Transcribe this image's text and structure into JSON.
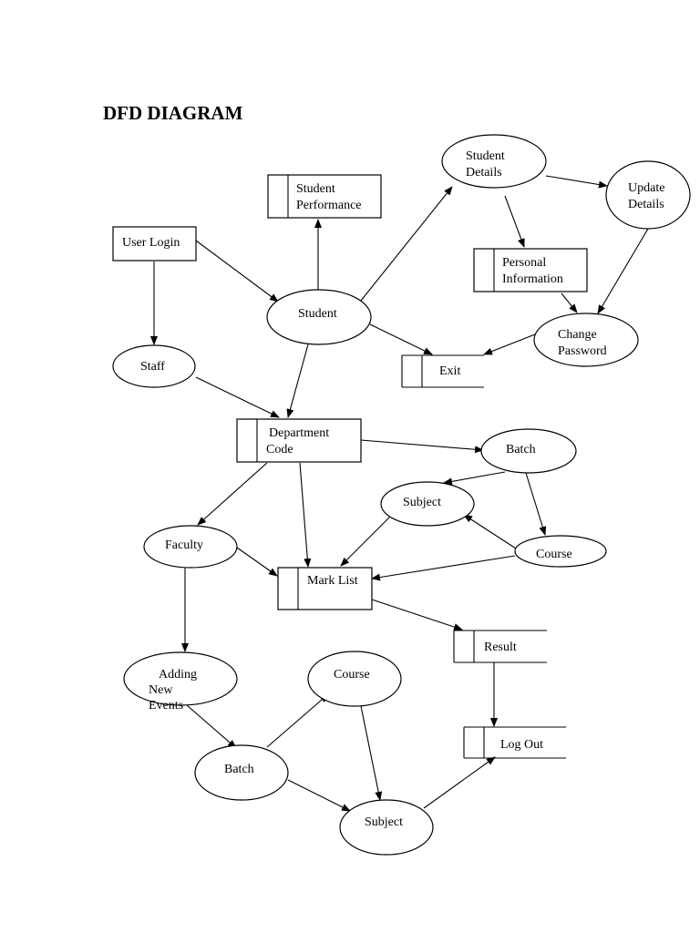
{
  "title": "DFD DIAGRAM",
  "nodes": {
    "student_performance": [
      "Student",
      "Performance"
    ],
    "student_details": [
      "Student",
      "Details"
    ],
    "update_details": [
      "Update",
      "Details"
    ],
    "user_login": [
      "User Login"
    ],
    "personal_information": [
      "Personal",
      "Information"
    ],
    "student": [
      "Student"
    ],
    "change_password": [
      "Change",
      "Password"
    ],
    "staff": [
      "Staff"
    ],
    "exit": [
      "Exit"
    ],
    "department_code": [
      "Department",
      "Code"
    ],
    "batch_top": [
      "Batch"
    ],
    "subject_mid": [
      "Subject"
    ],
    "faculty": [
      "Faculty"
    ],
    "course_mid": [
      "Course"
    ],
    "mark_list": [
      "Mark List"
    ],
    "result": [
      "Result"
    ],
    "adding_new_events": [
      "Adding",
      "New",
      "Events"
    ],
    "course_bottom": [
      "Course"
    ],
    "log_out": [
      "Log Out"
    ],
    "batch_bottom": [
      "Batch"
    ],
    "subject_bottom": [
      "Subject"
    ]
  }
}
